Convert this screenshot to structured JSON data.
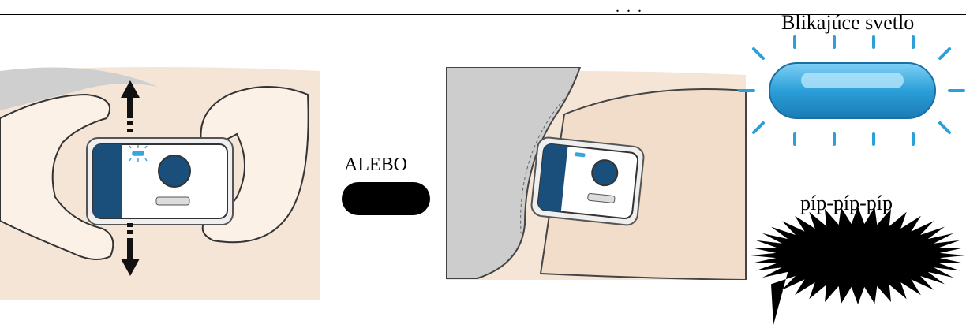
{
  "header": {
    "trailing": ". . ."
  },
  "or_label": "ALEBO",
  "flashing_light": {
    "label": "Blikajúce svetlo",
    "color": "#2b9fd8"
  },
  "beep": {
    "label": "píp-píp-píp"
  }
}
